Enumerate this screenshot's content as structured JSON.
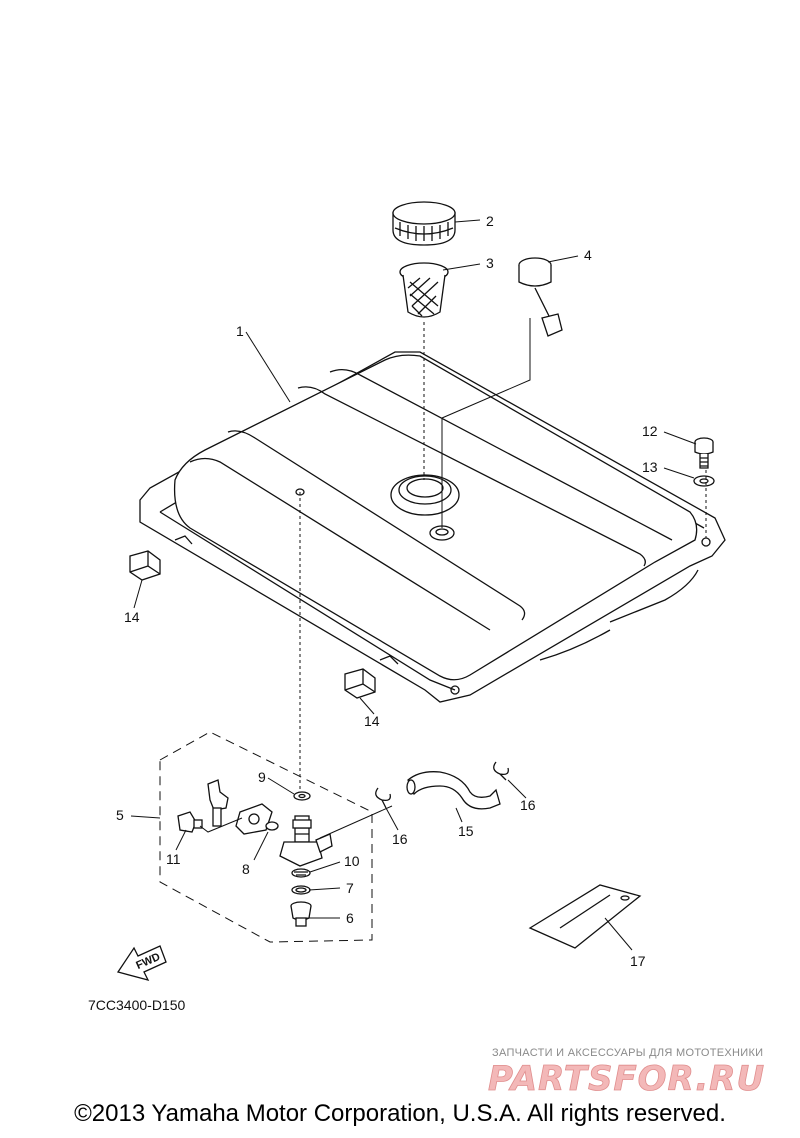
{
  "diagram": {
    "drawing_code": "7CC3400-D150",
    "fwd_label": "FWD",
    "callouts": [
      {
        "id": "c1",
        "text": "1"
      },
      {
        "id": "c2",
        "text": "2"
      },
      {
        "id": "c3",
        "text": "3"
      },
      {
        "id": "c4",
        "text": "4"
      },
      {
        "id": "c5",
        "text": "5"
      },
      {
        "id": "c6",
        "text": "6"
      },
      {
        "id": "c7",
        "text": "7"
      },
      {
        "id": "c8",
        "text": "8"
      },
      {
        "id": "c9",
        "text": "9"
      },
      {
        "id": "c10",
        "text": "10"
      },
      {
        "id": "c11",
        "text": "11"
      },
      {
        "id": "c12",
        "text": "12"
      },
      {
        "id": "c13",
        "text": "13"
      },
      {
        "id": "c14a",
        "text": "14"
      },
      {
        "id": "c14b",
        "text": "14"
      },
      {
        "id": "c15",
        "text": "15"
      },
      {
        "id": "c16a",
        "text": "16"
      },
      {
        "id": "c16b",
        "text": "16"
      },
      {
        "id": "c17",
        "text": "17"
      }
    ]
  },
  "watermark": {
    "tagline": "ЗАПЧАСТИ И АКСЕССУАРЫ ДЛЯ МОТОТЕХНИКИ",
    "logo": "PARTSFOR.RU"
  },
  "footer": {
    "copyright": "©2013 Yamaha Motor Corporation, U.S.A. All rights reserved."
  }
}
